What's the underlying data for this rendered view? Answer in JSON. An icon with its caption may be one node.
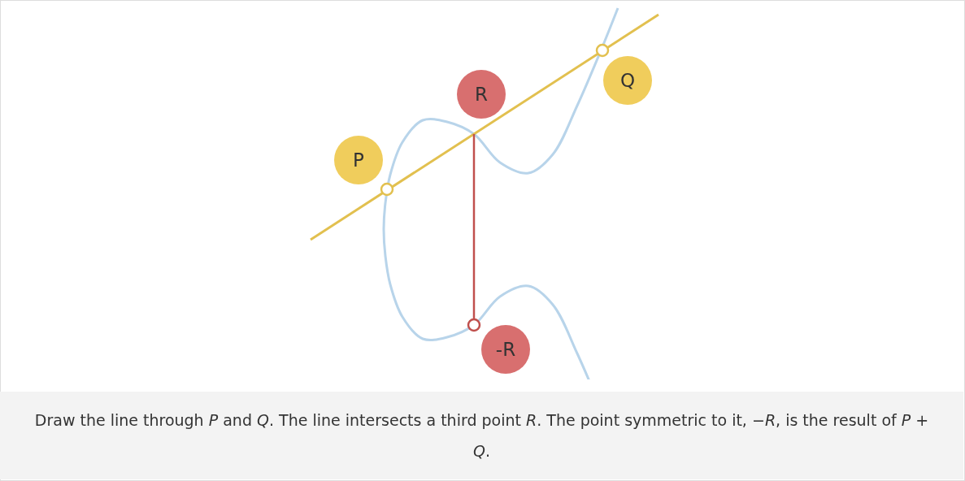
{
  "diagram": {
    "caption": "Draw the line through *P* and *Q*. The line intersects a third point *R*. The point symmetric to it, −*R*, is the result of *P* + *Q*.",
    "nodes": [
      {
        "text": [
          "P"
        ]
      },
      {
        "text": [
          "R"
        ]
      },
      {
        "text": [
          "Q"
        ]
      },
      {
        "text": [
          "-R"
        ]
      }
    ]
  }
}
